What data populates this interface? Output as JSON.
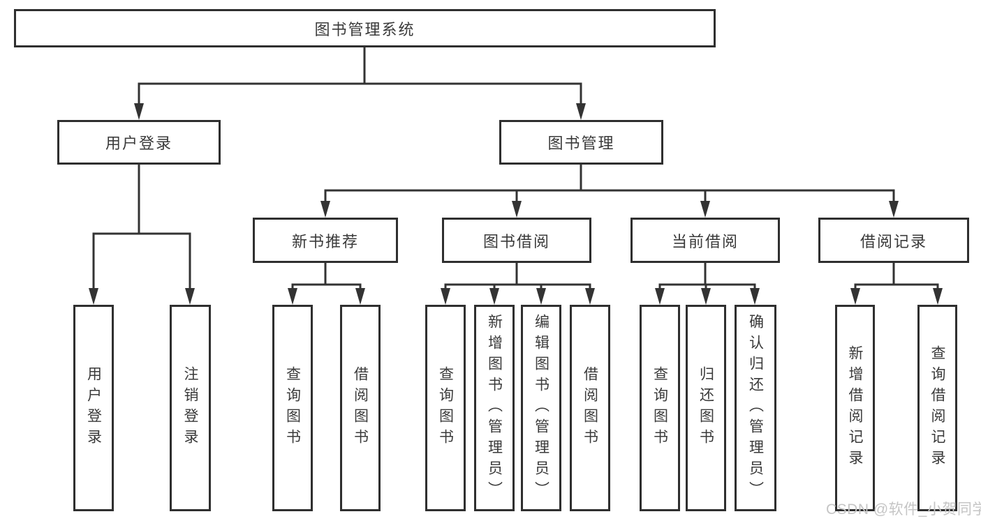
{
  "diagram": {
    "title": "图书管理系统",
    "nodes": {
      "root": "图书管理系统",
      "user_login": "用户登录",
      "book_mgmt": "图书管理",
      "new_book_rec": "新书推荐",
      "book_borrow": "图书借阅",
      "current_borrow": "当前借阅",
      "borrow_record": "借阅记录",
      "leaf_user_login": "用户登录",
      "leaf_logout": "注销登录",
      "leaf_query_book_a": "查询图书",
      "leaf_borrow_book_a": "借阅图书",
      "leaf_query_book_b": "查询图书",
      "leaf_add_book": "新增图书（管理员）",
      "leaf_edit_book": "编辑图书（管理员）",
      "leaf_borrow_book_b": "借阅图书",
      "leaf_query_book_c": "查询图书",
      "leaf_return_book": "归还图书",
      "leaf_confirm_return": "确认归还（管理员）",
      "leaf_add_record": "新增借阅记录",
      "leaf_query_record": "查询借阅记录"
    },
    "hierarchy": {
      "图书管理系统": [
        "用户登录",
        "图书管理"
      ],
      "用户登录": [
        "用户登录",
        "注销登录"
      ],
      "图书管理": [
        "新书推荐",
        "图书借阅",
        "当前借阅",
        "借阅记录"
      ],
      "新书推荐": [
        "查询图书",
        "借阅图书"
      ],
      "图书借阅": [
        "查询图书",
        "新增图书（管理员）",
        "编辑图书（管理员）",
        "借阅图书"
      ],
      "当前借阅": [
        "查询图书",
        "归还图书",
        "确认归还（管理员）"
      ],
      "借阅记录": [
        "新增借阅记录",
        "查询借阅记录"
      ]
    },
    "colors": {
      "line": "#333333",
      "box_border": "#2f2f2f",
      "text": "#3a3a3a",
      "background": "#ffffff",
      "watermark": "#c5c5c5"
    }
  },
  "watermark": {
    "text": "CSDN @软件_小贺同学"
  }
}
